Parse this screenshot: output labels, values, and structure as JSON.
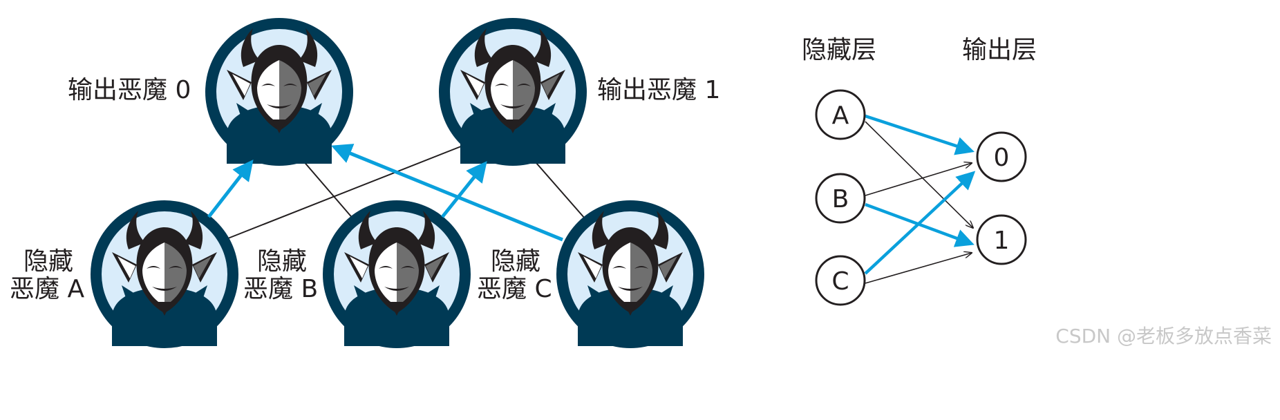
{
  "colors": {
    "dark_ring": "#003a55",
    "light_fill": "#d9ecfa",
    "accent_arrow": "#0aa0dc",
    "thin_line": "#231f20",
    "devil_black": "#231f20",
    "devil_gray": "#6f6f6f"
  },
  "left": {
    "output_devils": [
      {
        "id": "0",
        "label": "输出恶魔 0"
      },
      {
        "id": "1",
        "label": "输出恶魔 1"
      }
    ],
    "hidden_devils": [
      {
        "id": "A",
        "label_line1": "隐藏",
        "label_line2": "恶魔 A"
      },
      {
        "id": "B",
        "label_line1": "隐藏",
        "label_line2": "恶魔 B"
      },
      {
        "id": "C",
        "label_line1": "隐藏",
        "label_line2": "恶魔 C"
      }
    ],
    "strong_edges": [
      [
        "A",
        "0"
      ],
      [
        "B",
        "1"
      ],
      [
        "C",
        "0"
      ]
    ],
    "weak_edges": [
      [
        "A",
        "1"
      ],
      [
        "B",
        "0"
      ],
      [
        "C",
        "1"
      ]
    ]
  },
  "right": {
    "hidden_header": "隐藏层",
    "output_header": "输出层",
    "hidden_nodes": [
      "A",
      "B",
      "C"
    ],
    "output_nodes": [
      "0",
      "1"
    ],
    "strong_edges": [
      [
        "A",
        "0"
      ],
      [
        "B",
        "1"
      ],
      [
        "C",
        "0"
      ]
    ],
    "weak_edges": [
      [
        "A",
        "1"
      ],
      [
        "B",
        "0"
      ],
      [
        "C",
        "1"
      ]
    ]
  },
  "watermark": "CSDN @老板多放点香菜"
}
